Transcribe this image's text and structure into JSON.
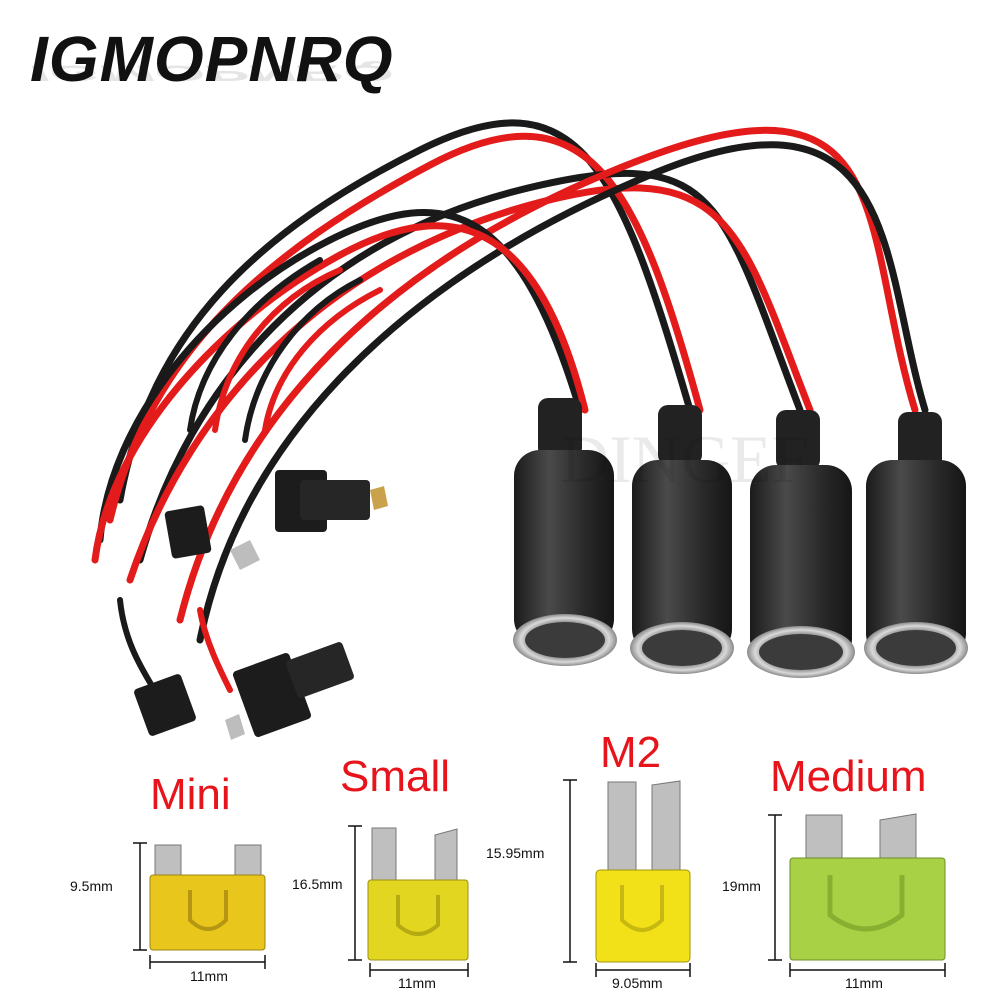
{
  "brand": "IGMOPNRQ",
  "watermark": "DINGEF",
  "fuses": [
    {
      "name": "Mini",
      "height": "9.5mm",
      "width": "11mm",
      "color": "#e8c61c"
    },
    {
      "name": "Small",
      "height": "16.5mm",
      "width": "11mm",
      "color": "#e2d620"
    },
    {
      "name": "M2",
      "height": "15.95mm",
      "width": "9.05mm",
      "color": "#f2e018"
    },
    {
      "name": "Medium",
      "height": "19mm",
      "width": "11mm",
      "color": "#a9d146"
    }
  ],
  "colors": {
    "label": "#e8141b",
    "wire_red": "#e41b1b",
    "wire_black": "#1a1a1a",
    "socket": "#2a2a2a"
  }
}
